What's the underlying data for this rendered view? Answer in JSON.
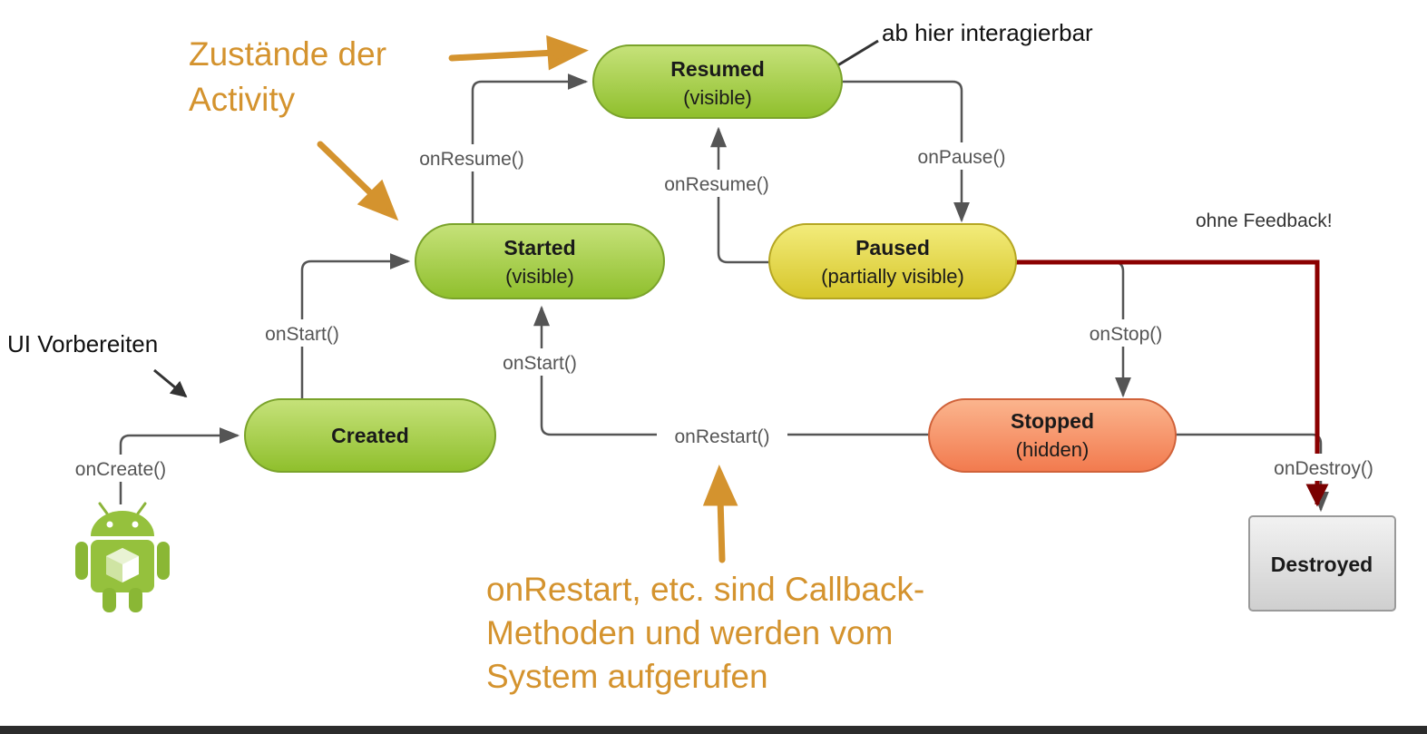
{
  "colors": {
    "annotation_orange": "#d4932e",
    "state_green": "#a8d04a",
    "state_yellow": "#e6dc4a",
    "state_orange": "#f7946c",
    "state_gray": "#dcdcdc",
    "flow_line": "#555555",
    "destroy_line": "#8b0000"
  },
  "states": {
    "resumed": {
      "title": "Resumed",
      "sub": "(visible)"
    },
    "started": {
      "title": "Started",
      "sub": "(visible)"
    },
    "paused": {
      "title": "Paused",
      "sub": "(partially visible)"
    },
    "created": {
      "title": "Created"
    },
    "stopped": {
      "title": "Stopped",
      "sub": "(hidden)"
    },
    "destroyed": {
      "title": "Destroyed"
    }
  },
  "callbacks": {
    "on_create": "onCreate()",
    "on_start_created": "onStart()",
    "on_resume_started": "onResume()",
    "on_resume_paused": "onResume()",
    "on_pause": "onPause()",
    "on_stop": "onStop()",
    "on_start_restart": "onStart()",
    "on_restart": "onRestart()",
    "on_destroy": "onDestroy()"
  },
  "annotations": {
    "states_line1": "Zustände der",
    "states_line2": "Activity",
    "interactable": "ab hier interagierbar",
    "prepare_ui": "UI Vorbereiten",
    "no_feedback": "ohne Feedback!",
    "callback_line1": "onRestart, etc. sind Callback-",
    "callback_line2": "Methoden und werden vom",
    "callback_line3": "System aufgerufen"
  },
  "icons": {
    "android": "android-robot-icon"
  }
}
